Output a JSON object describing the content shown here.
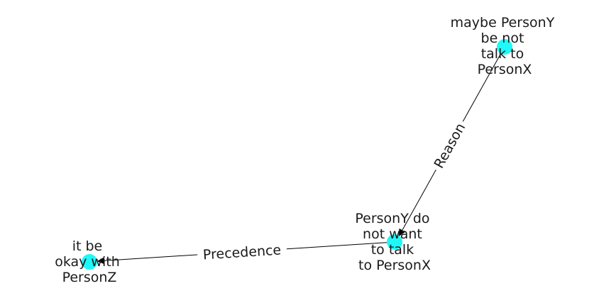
{
  "graph": {
    "node_color": "#1ff8f8",
    "edge_color": "#000000",
    "label_color": "#1a1a1a",
    "nodes": [
      {
        "id": "n1",
        "lines": [
          "maybe PersonY",
          "be not",
          "talk to",
          "PersonX"
        ]
      },
      {
        "id": "n2",
        "lines": [
          "PersonY do",
          "not want",
          "to talk",
          "to PersonX"
        ]
      },
      {
        "id": "n3",
        "lines": [
          "it be",
          "okay with",
          "PersonZ"
        ]
      }
    ],
    "edges": [
      {
        "source": "n1",
        "target": "n2",
        "label": "Reason"
      },
      {
        "source": "n2",
        "target": "n3",
        "label": "Precedence"
      }
    ]
  }
}
